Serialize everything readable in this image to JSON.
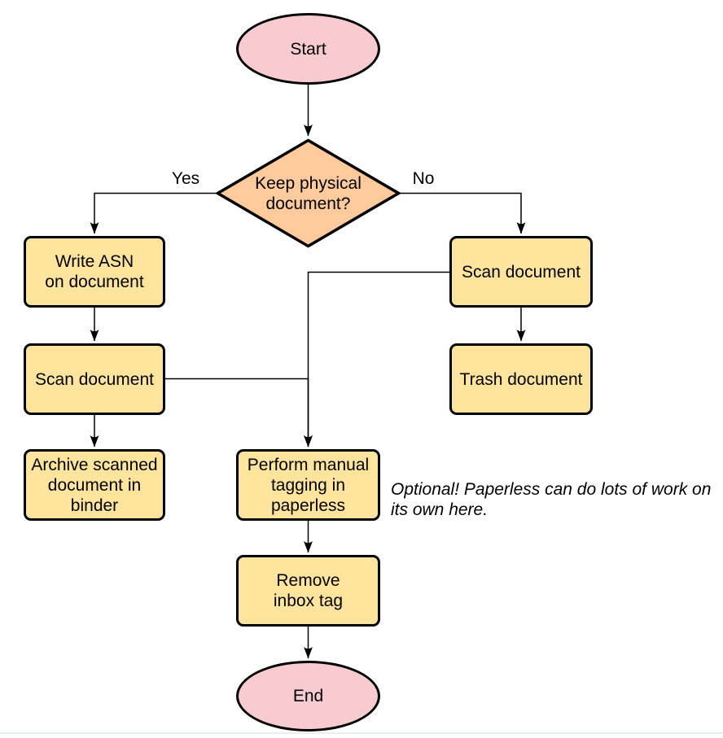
{
  "diagram": {
    "type": "flowchart",
    "nodes": {
      "start": {
        "shape": "ellipse",
        "lines": [
          "Start"
        ]
      },
      "keep_physical": {
        "shape": "diamond",
        "lines": [
          "Keep physical",
          "document?"
        ]
      },
      "write_asn": {
        "shape": "rect",
        "lines": [
          "Write ASN",
          "on document"
        ]
      },
      "scan_left": {
        "shape": "rect",
        "lines": [
          "Scan document"
        ]
      },
      "archive_binder": {
        "shape": "rect",
        "lines": [
          "Archive scanned",
          "document in",
          "binder"
        ]
      },
      "scan_right": {
        "shape": "rect",
        "lines": [
          "Scan document"
        ]
      },
      "trash_document": {
        "shape": "rect",
        "lines": [
          "Trash document"
        ]
      },
      "manual_tagging": {
        "shape": "rect",
        "lines": [
          "Perform manual",
          "tagging in",
          "paperless"
        ]
      },
      "remove_inbox": {
        "shape": "rect",
        "lines": [
          "Remove",
          "inbox tag"
        ]
      },
      "end": {
        "shape": "ellipse",
        "lines": [
          "End"
        ]
      }
    },
    "edge_labels": {
      "yes": "Yes",
      "no": "No"
    },
    "annotation": {
      "lines": [
        "Optional! Paperless can do lots of work on",
        "its own here."
      ]
    },
    "colors": {
      "terminal_fill": "#f8cbd0",
      "decision_fill": "#ffca9c",
      "process_fill": "#ffe49e",
      "stroke": "#000000"
    }
  }
}
